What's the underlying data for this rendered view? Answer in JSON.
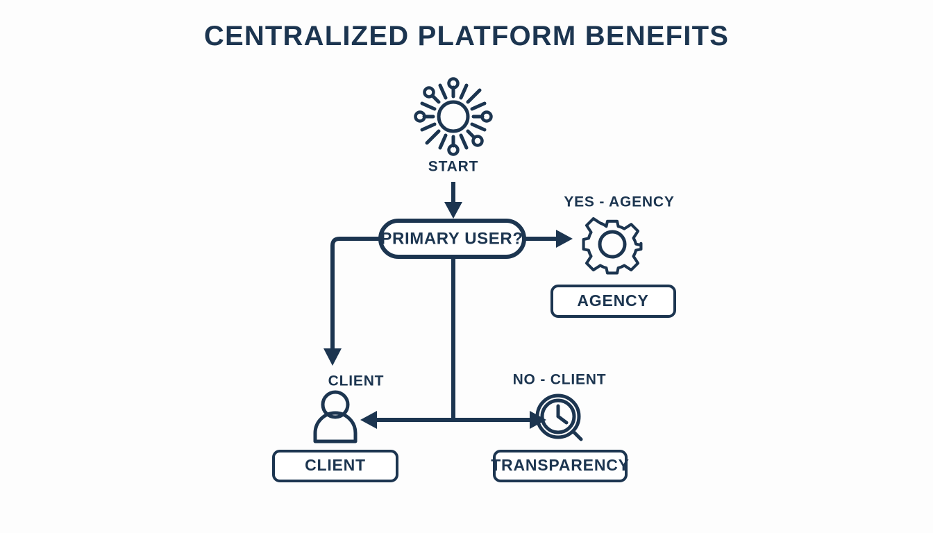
{
  "page": {
    "title": "CENTRALIZED PLATFORM BENEFITS",
    "background_color": "#fdfdfd",
    "ink_color": "#1c3550"
  },
  "diagram": {
    "type": "flowchart",
    "start": {
      "icon": "hub-network-icon",
      "label": "START"
    },
    "decision": {
      "label": "PRIMARY USER?",
      "shape": "stadium"
    },
    "branches": [
      {
        "id": "yes-agency",
        "edge_label": "YES - AGENCY",
        "icon": "gear-icon",
        "box_label": "AGENCY",
        "direction": "right"
      },
      {
        "id": "client",
        "edge_label": "CLIENT",
        "icon": "person-icon",
        "box_label": "CLIENT",
        "direction": "down-left"
      },
      {
        "id": "no-client",
        "edge_label": "NO - CLIENT",
        "icon": "magnifier-clock-icon",
        "box_label": "TRANSPARENCY",
        "direction": "down-right"
      }
    ]
  }
}
